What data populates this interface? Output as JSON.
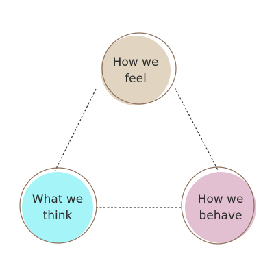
{
  "nodes": [
    {
      "id": "feel",
      "label": "How we\nfeel",
      "fill": "#e1d4c1"
    },
    {
      "id": "think",
      "label": "What we\nthink",
      "fill": "#a4f4f8"
    },
    {
      "id": "behave",
      "label": "How we\nbehave",
      "fill": "#e3c0d1"
    }
  ],
  "edges": [
    {
      "from": "feel",
      "to": "think"
    },
    {
      "from": "feel",
      "to": "behave"
    },
    {
      "from": "think",
      "to": "behave"
    }
  ],
  "colors": {
    "outline": "#8a6e57",
    "connector": "#3a3a3a",
    "text": "#2b2b2b"
  }
}
